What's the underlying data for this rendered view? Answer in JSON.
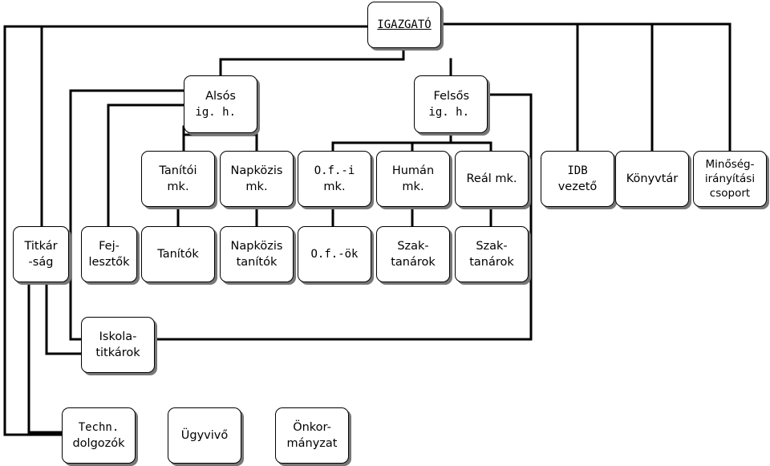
{
  "nodes": {
    "igazgato": "IGAZGATÓ",
    "also_ig": [
      "Alsós",
      "ig. h."
    ],
    "felso_ig": [
      "Felsős",
      "ig. h."
    ],
    "tanitoi_mk": [
      "Tanítói",
      "mk."
    ],
    "napkozis_mk": [
      "Napközis",
      "mk."
    ],
    "ofi_mk": [
      "O.f.-i",
      "mk."
    ],
    "human_mk": [
      "Humán",
      "mk."
    ],
    "real_mk": "Reál mk.",
    "idb": [
      "IDB",
      "vezető"
    ],
    "konyvtar": "Könyvtár",
    "minoseg": [
      "Minőség-",
      "irányítási",
      "csoport"
    ],
    "titkarsag": [
      "Titkár",
      "-ság"
    ],
    "fejlesztok": [
      "Fej-",
      "lesztők"
    ],
    "tanitok": "Tanítók",
    "napkozis_tanitok": [
      "Napközis",
      "tanítók"
    ],
    "ofok": "O.f.-ök",
    "szaktanarok_1": [
      "Szak-",
      "tanárok"
    ],
    "szaktanarok_2": [
      "Szak-",
      "tanárok"
    ],
    "iskolatitkarok": [
      "Iskola-",
      "titkárok"
    ],
    "techn": [
      "Techn.",
      "dolgozók"
    ],
    "ugyvivo": "Ügyvivő",
    "onkormanyzat": [
      "Önkor-",
      "mányzat"
    ]
  }
}
